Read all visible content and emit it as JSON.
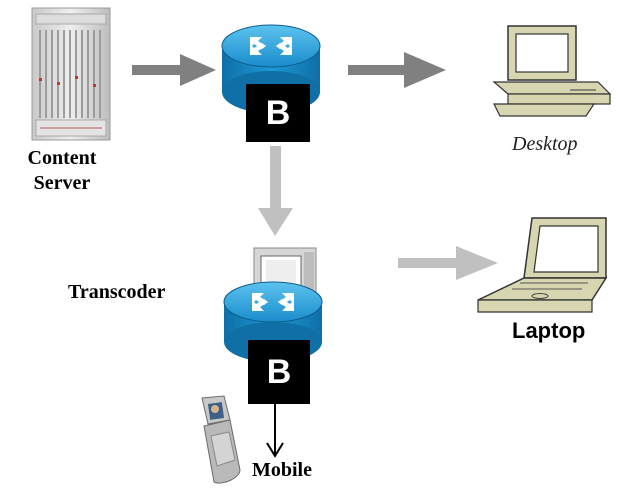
{
  "nodes": {
    "content_server": {
      "label_line1": "Content",
      "label_line2": "Server"
    },
    "desktop": {
      "label": "Desktop"
    },
    "laptop": {
      "label": "Laptop"
    },
    "transcoder": {
      "label": "Transcoder"
    },
    "mobile": {
      "label": "Mobile"
    },
    "broker_top": {
      "badge": "B"
    },
    "broker_bottom": {
      "badge": "B"
    }
  },
  "colors": {
    "arrow_dark": "#808080",
    "arrow_light": "#c0c0c0",
    "router_blue": "#1f9bd6",
    "router_blue_dark": "#0d5f8f",
    "monitor_beige": "#d8d6b0"
  }
}
